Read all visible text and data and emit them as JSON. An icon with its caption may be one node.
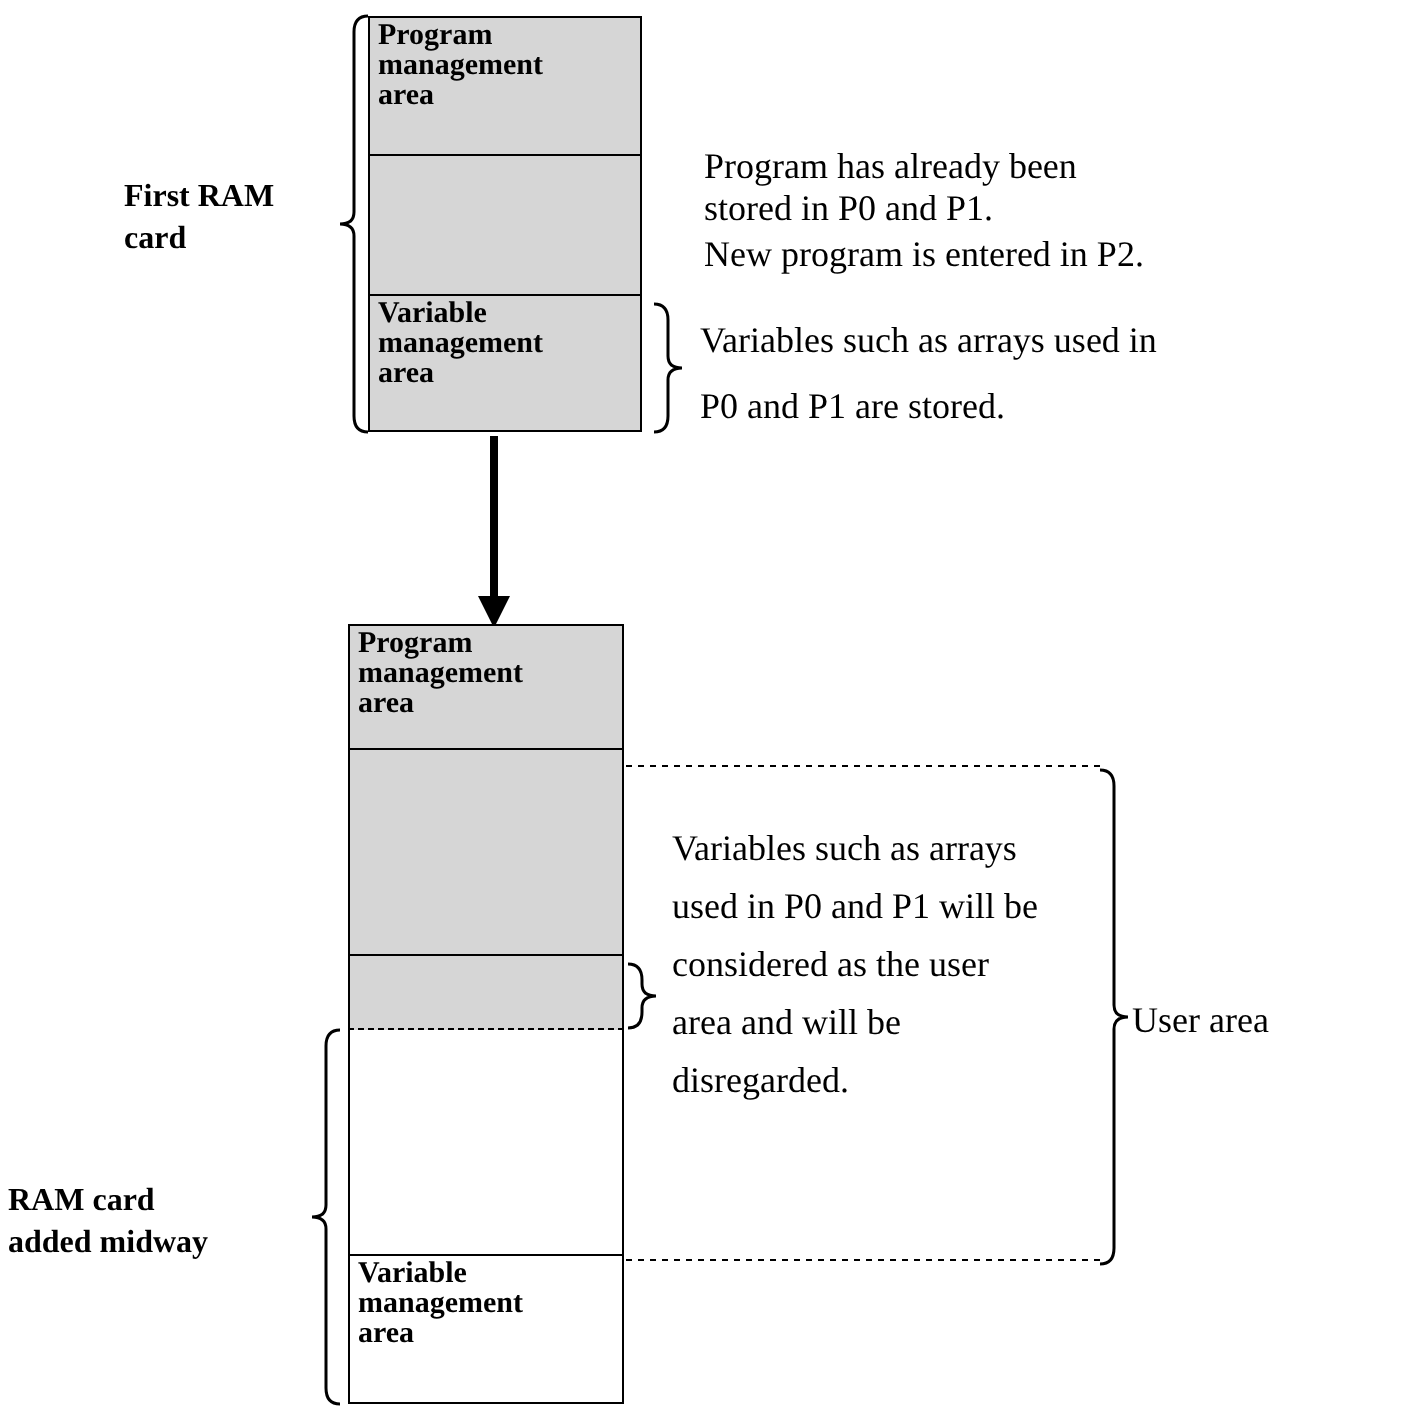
{
  "diagram": {
    "nodes": [
      {
        "text": [
          "Program management area"
        ]
      },
      {
        "text": [],
        "shape": "box"
      },
      {
        "text": [
          "Variable management area"
        ]
      },
      {
        "text": [
          "Program management area"
        ]
      },
      {
        "text": [],
        "shape": "box"
      },
      {
        "text": [],
        "shape": "box"
      },
      {
        "text": [],
        "shape": "box"
      },
      {
        "text": [
          "Variable management area"
        ]
      }
    ],
    "edges": [
      {
        "from": 2,
        "to": 3,
        "arrow": "to"
      }
    ],
    "labels": [
      "First RAM card",
      "Program has already been stored in P0 and P1.",
      "New program is entered in P2.",
      "Variables such as arrays used in P0 and P1 are stored.",
      "Variables such as arrays used in P0 and P1 will be considered as the user area and will be disregarded.",
      "User area",
      "RAM card added midway"
    ]
  }
}
